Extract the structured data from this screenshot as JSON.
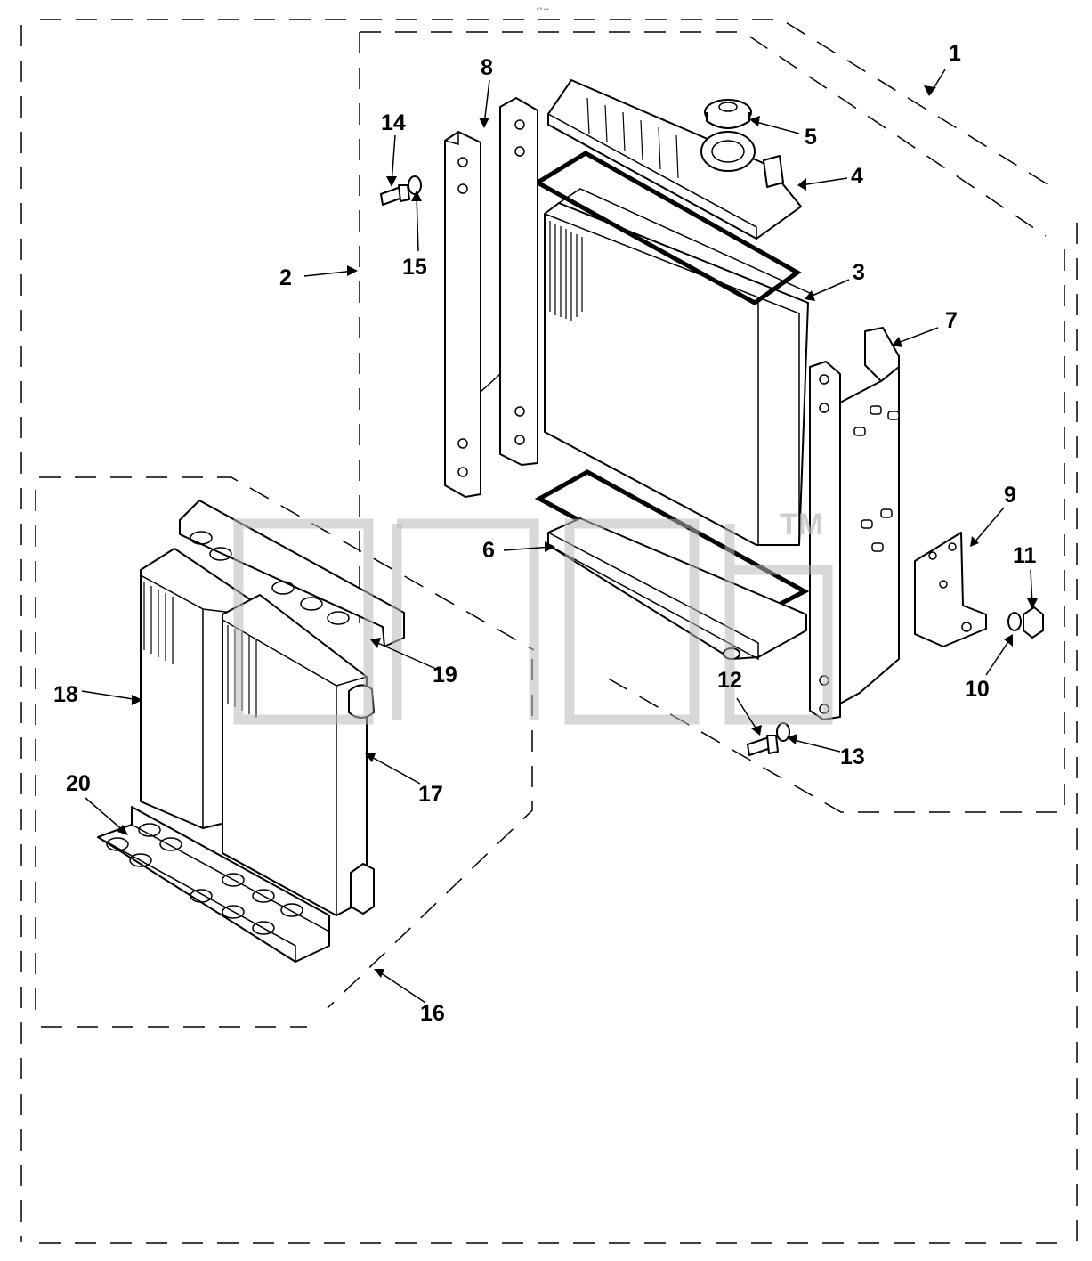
{
  "header_text": "•™ •••",
  "watermark": {
    "text": "TM"
  },
  "callouts": [
    {
      "id": "1",
      "label": "1"
    },
    {
      "id": "2",
      "label": "2"
    },
    {
      "id": "3",
      "label": "3"
    },
    {
      "id": "4",
      "label": "4"
    },
    {
      "id": "5",
      "label": "5"
    },
    {
      "id": "6",
      "label": "6"
    },
    {
      "id": "7",
      "label": "7"
    },
    {
      "id": "8",
      "label": "8"
    },
    {
      "id": "9",
      "label": "9"
    },
    {
      "id": "10",
      "label": "10"
    },
    {
      "id": "11",
      "label": "11"
    },
    {
      "id": "12",
      "label": "12"
    },
    {
      "id": "13",
      "label": "13"
    },
    {
      "id": "14",
      "label": "14"
    },
    {
      "id": "15",
      "label": "15"
    },
    {
      "id": "16",
      "label": "16"
    },
    {
      "id": "17",
      "label": "17"
    },
    {
      "id": "18",
      "label": "18"
    },
    {
      "id": "19",
      "label": "19"
    },
    {
      "id": "20",
      "label": "20"
    }
  ]
}
